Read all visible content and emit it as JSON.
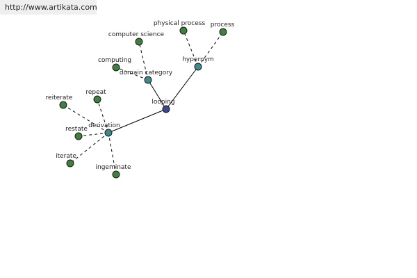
{
  "source_link": "http://www.artikata.com",
  "colors": {
    "center": "#3b4a8f",
    "hub": "#3f8a8a",
    "leaf": "#3f7f3f"
  },
  "nodes": [
    {
      "id": "looping",
      "label": "looping",
      "kind": "center"
    },
    {
      "id": "hypernym",
      "label": "hypernym",
      "kind": "hub"
    },
    {
      "id": "domain_category",
      "label": "domain category",
      "kind": "hub"
    },
    {
      "id": "derivation",
      "label": "derivation",
      "kind": "hub"
    },
    {
      "id": "physical_process",
      "label": "physical process",
      "kind": "leaf"
    },
    {
      "id": "process",
      "label": "process",
      "kind": "leaf"
    },
    {
      "id": "computer_science",
      "label": "computer science",
      "kind": "leaf"
    },
    {
      "id": "computing",
      "label": "computing",
      "kind": "leaf"
    },
    {
      "id": "reiterate",
      "label": "reiterate",
      "kind": "leaf"
    },
    {
      "id": "repeat",
      "label": "repeat",
      "kind": "leaf"
    },
    {
      "id": "restate",
      "label": "restate",
      "kind": "leaf"
    },
    {
      "id": "iterate",
      "label": "iterate",
      "kind": "leaf"
    },
    {
      "id": "ingeminate",
      "label": "ingeminate",
      "kind": "leaf"
    }
  ],
  "edges": [
    {
      "from": "looping",
      "to": "hypernym",
      "style": "solid"
    },
    {
      "from": "looping",
      "to": "domain_category",
      "style": "solid"
    },
    {
      "from": "looping",
      "to": "derivation",
      "style": "solid"
    },
    {
      "from": "hypernym",
      "to": "physical_process",
      "style": "dashed"
    },
    {
      "from": "hypernym",
      "to": "process",
      "style": "dashed"
    },
    {
      "from": "domain_category",
      "to": "computer_science",
      "style": "dashed"
    },
    {
      "from": "domain_category",
      "to": "computing",
      "style": "dashed"
    },
    {
      "from": "derivation",
      "to": "reiterate",
      "style": "dashed"
    },
    {
      "from": "derivation",
      "to": "repeat",
      "style": "dashed"
    },
    {
      "from": "derivation",
      "to": "restate",
      "style": "dashed"
    },
    {
      "from": "derivation",
      "to": "iterate",
      "style": "dashed"
    },
    {
      "from": "derivation",
      "to": "ingeminate",
      "style": "dashed"
    }
  ]
}
